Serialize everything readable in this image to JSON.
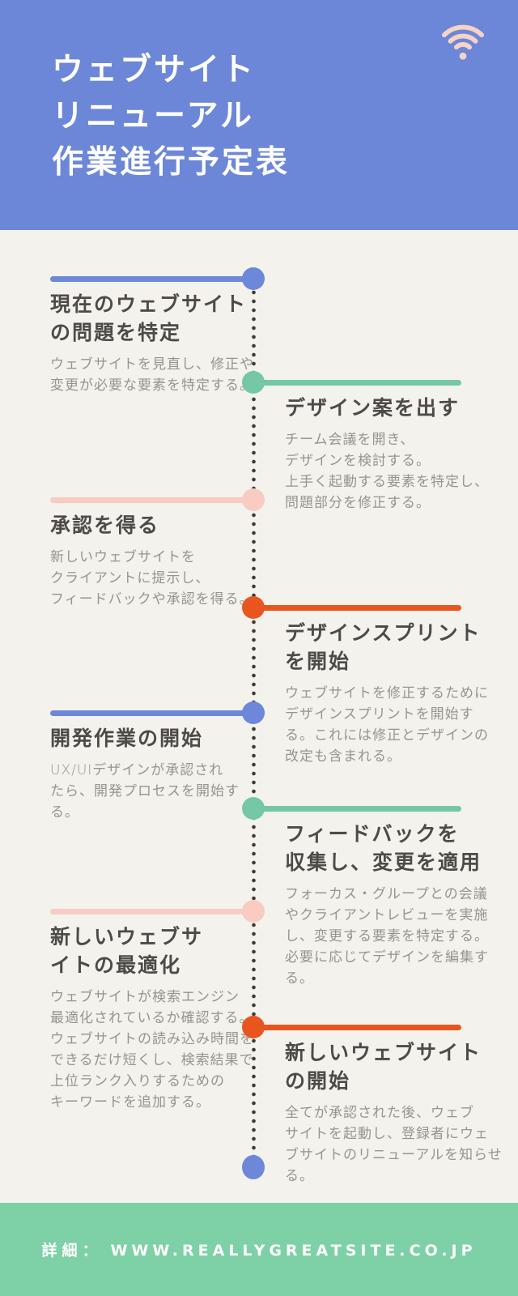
{
  "colors": {
    "header_bg": "#6d87d8",
    "main_bg": "#f3f2ec",
    "footer_bg": "#7ed0a7",
    "header_text": "#ffffff",
    "footer_text": "#ffffff",
    "title_text": "#4c4b47",
    "body_text": "#97948b",
    "timeline_dotted": "#3c3b35",
    "wifi_icon": "#f7d3c5",
    "palette": {
      "blue": "#6d87d9",
      "green": "#74c8a3",
      "pink": "#f9cbc1",
      "orange": "#e8551f"
    }
  },
  "header": {
    "title_lines": [
      "ウェブサイト",
      "リニューアル",
      "作業進行予定表"
    ],
    "icon": "wifi-icon"
  },
  "timeline": {
    "items": [
      {
        "color": "blue",
        "title_lines": [
          "現在のウェブサイト",
          "の問題を特定"
        ],
        "body_lines": [
          "ウェブサイトを見直し、修正や",
          "変更が必要な要素を特定する。"
        ]
      },
      {
        "color": "green",
        "title_lines": [
          "デザイン案を出す"
        ],
        "body_lines": [
          "チーム会議を開き、",
          "デザインを検討する。",
          "上手く起動する要素を特定し、",
          "問題部分を修正する。"
        ]
      },
      {
        "color": "pink",
        "title_lines": [
          "承認を得る"
        ],
        "body_lines": [
          "新しいウェブサイトを",
          "クライアントに提示し、",
          "フィードバックや承認を得る。"
        ]
      },
      {
        "color": "orange",
        "title_lines": [
          "デザインスプリント",
          "を開始"
        ],
        "body_lines": [
          "ウェブサイトを修正するために",
          "デザインスプリントを開始す",
          "る。これには修正とデザインの",
          "改定も含まれる。"
        ]
      },
      {
        "color": "blue",
        "title_lines": [
          "開発作業の開始"
        ],
        "body_lines": [
          "UX/UIデザインが承認され",
          "たら、開発プロセスを開始す",
          "る。"
        ]
      },
      {
        "color": "green",
        "title_lines": [
          "フィードバックを",
          "収集し、変更を適用"
        ],
        "body_lines": [
          "フォーカス・グループとの会議",
          "やクライアントレビューを実施",
          "し、変更する要素を特定する。",
          "必要に応じてデザインを編集す",
          "る。"
        ]
      },
      {
        "color": "pink",
        "title_lines": [
          "新しいウェブサ",
          "イトの最適化"
        ],
        "body_lines": [
          "ウェブサイトが検索エンジン",
          "最適化されているか確認する。",
          "ウェブサイトの読み込み時間を",
          "できるだけ短くし、検索結果で",
          "上位ランク入りするための",
          "キーワードを追加する。"
        ]
      },
      {
        "color": "orange",
        "title_lines": [
          "新しいウェブサイト",
          "の開始"
        ],
        "body_lines": [
          "全てが承認された後、ウェブ",
          "サイトを起動し、登録者にウェ",
          "ブサイトのリニューアルを知らせ",
          "る。"
        ]
      }
    ],
    "end_dot_color": "blue"
  },
  "footer": {
    "label": "詳細：",
    "url": "WWW.REALLYGREATSITE.CO.JP"
  }
}
